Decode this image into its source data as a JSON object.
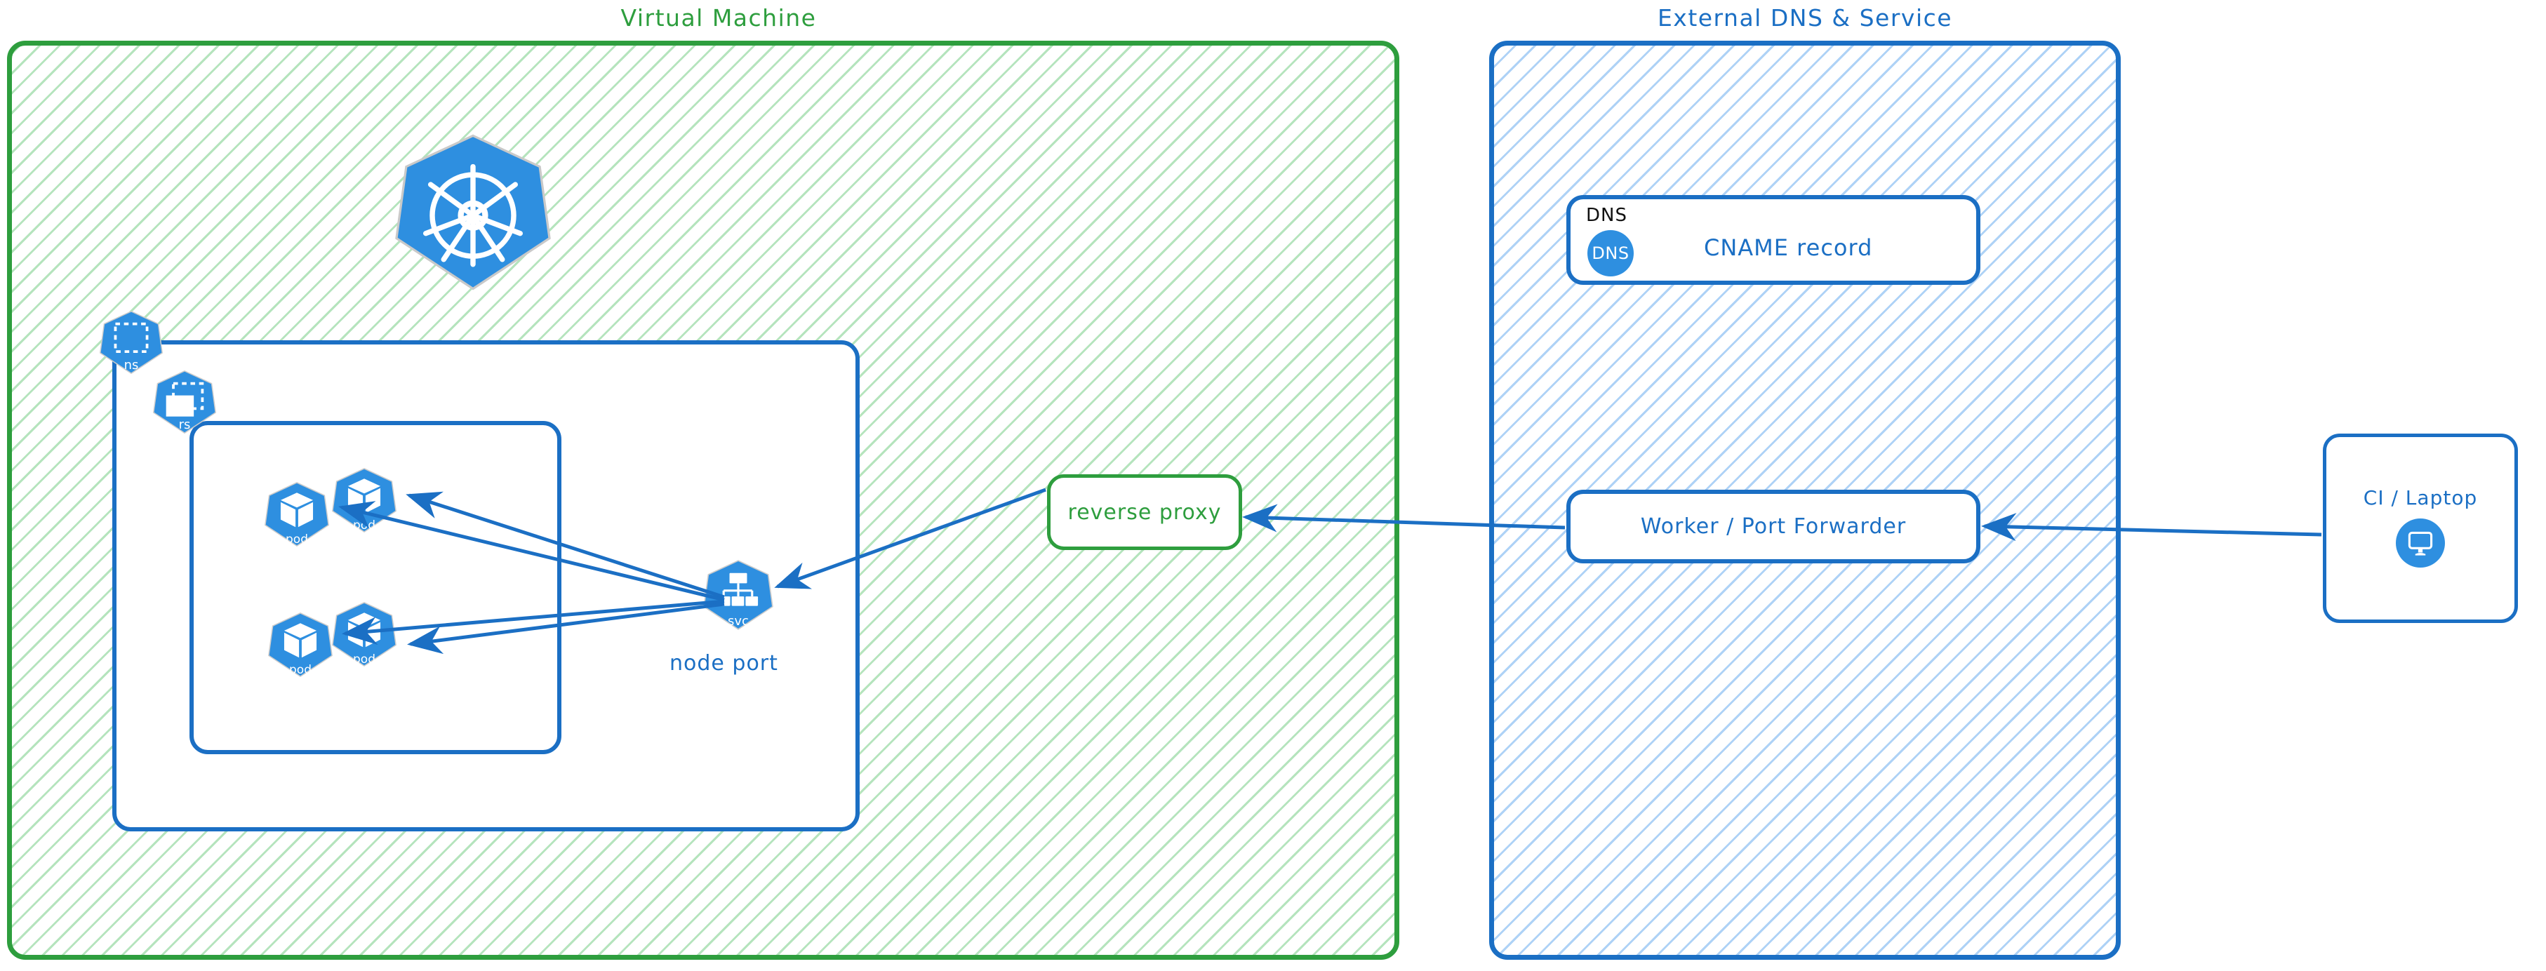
{
  "groups": {
    "vm": {
      "title": "Virtual Machine",
      "color": "#2e9e3e"
    },
    "external": {
      "title": "External DNS & Service",
      "color": "#1b6fc4"
    }
  },
  "vm": {
    "k8s_logo": {
      "icon": "kubernetes-wheel-icon"
    },
    "namespace": {
      "badge_label": "ns",
      "icon": "kubernetes-namespace-icon"
    },
    "replicaset": {
      "badge_label": "rs",
      "icon": "kubernetes-replicaset-icon"
    },
    "pods": [
      {
        "badge_label": "pod",
        "icon": "kubernetes-pod-icon"
      },
      {
        "badge_label": "pod",
        "icon": "kubernetes-pod-icon"
      },
      {
        "badge_label": "pod",
        "icon": "kubernetes-pod-icon"
      },
      {
        "badge_label": "pod",
        "icon": "kubernetes-pod-icon"
      }
    ],
    "service": {
      "badge_label": "svc",
      "icon": "kubernetes-service-icon",
      "caption": "node port"
    },
    "reverse_proxy": {
      "label": "reverse proxy",
      "color": "#2e9e3e"
    }
  },
  "external": {
    "dns_card": {
      "tag": "DNS",
      "badge_text": "DNS",
      "label": "CNAME record",
      "icon": "dns-circle-icon"
    },
    "worker": {
      "label": "Worker / Port Forwarder"
    }
  },
  "client": {
    "label": "CI / Laptop",
    "icon": "desktop-monitor-icon"
  },
  "connections": [
    {
      "from": "service",
      "to": "pod-1",
      "direction": "one-way"
    },
    {
      "from": "service",
      "to": "pod-2",
      "direction": "one-way"
    },
    {
      "from": "service",
      "to": "pod-3",
      "direction": "one-way"
    },
    {
      "from": "service",
      "to": "pod-4",
      "direction": "one-way"
    },
    {
      "from": "reverse-proxy",
      "to": "service",
      "direction": "one-way"
    },
    {
      "from": "worker",
      "to": "reverse-proxy",
      "direction": "one-way"
    },
    {
      "from": "ci-laptop",
      "to": "worker",
      "direction": "one-way"
    }
  ],
  "colors": {
    "k8s_blue": "#2e8fe0",
    "arrow_blue": "#1b6fc4",
    "green": "#2e9e3e",
    "hatch_green": "#78cd87",
    "hatch_blue": "#78b4f0"
  }
}
